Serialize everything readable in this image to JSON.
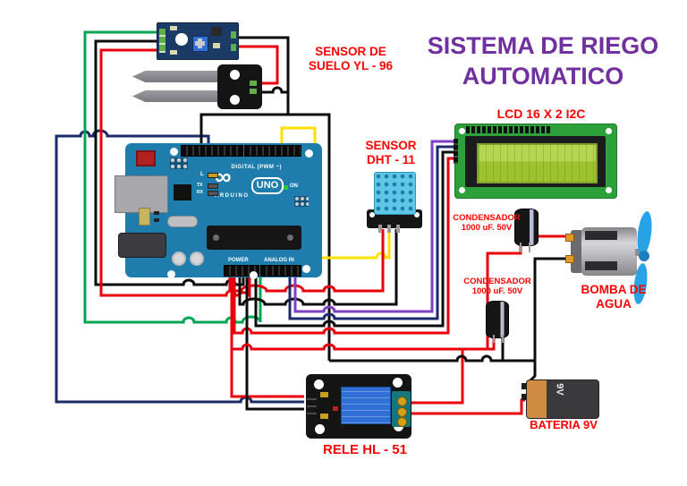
{
  "title": {
    "line1": "SISTEMA DE RIEGO",
    "line2": "AUTOMATICO"
  },
  "colors": {
    "title": "#7030a0",
    "label": "#ff0000",
    "arduino_board": "#1e7dad",
    "lcd_pcb": "#2da03c",
    "lcd_screen": "#a8cf35",
    "relay_block": "#2f6fd6",
    "battery_orange": "#cf8b41",
    "propeller": "#29a3e8"
  },
  "labels": {
    "soil1": "SENSOR DE",
    "soil2": "SUELO YL - 96",
    "dht1": "SENSOR",
    "dht2": "DHT - 11",
    "lcd": "LCD 16 X 2 I2C",
    "cap1a": "CONDENSADOR",
    "cap1b": "1000 uF. 50V",
    "cap2a": "CONDENSADOR",
    "cap2b": "1000 uF. 50V",
    "pump1": "BOMBA DE",
    "pump2": "AGUA",
    "relay": "RELE HL - 51",
    "battery": "BATERIA 9V"
  },
  "arduino": {
    "logo": "∞",
    "model": "UNO",
    "brand": "ARDUINO",
    "digital": "DIGITAL (PWM ~)",
    "power": "POWER",
    "analog": "ANALOG IN",
    "led_l": "L",
    "led_tx": "TX",
    "led_rx": "RX",
    "led_on": "ON"
  },
  "battery_cell": {
    "text": "9V"
  },
  "wire_colors": {
    "red": "#e8000d",
    "black": "#0c0c0c",
    "green": "#00a651",
    "yellow": "#ffdf00",
    "navy": "#1b2a6b",
    "purple": "#7d3fc4"
  }
}
